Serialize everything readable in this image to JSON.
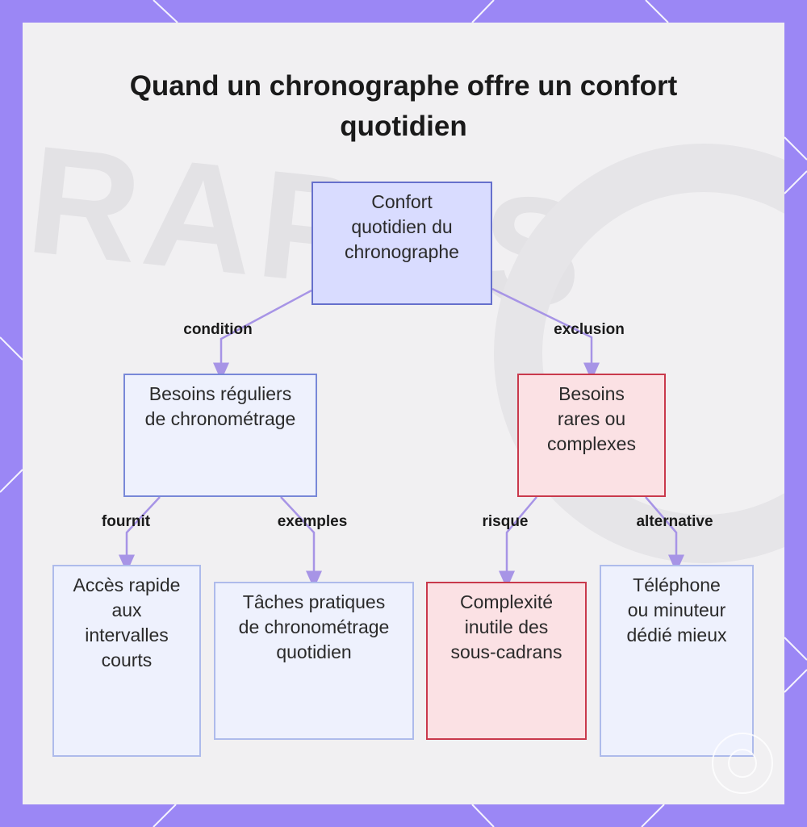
{
  "title": "Quand un chronographe offre un confort quotidien",
  "nodes": {
    "root": "Confort quotidien du chronographe",
    "regular": "Besoins réguliers de chronométrage",
    "rare": "Besoins rares ou complexes",
    "quick_access": "Accès rapide aux intervalles courts",
    "tasks": "Tâches pratiques de chronométrage quotidien",
    "complexity": "Complexité inutile des sous-cadrans",
    "phone": "Téléphone ou minuteur dédié mieux"
  },
  "edges": {
    "condition": "condition",
    "exclusion": "exclusion",
    "fournit": "fournit",
    "exemples": "exemples",
    "risque": "risque",
    "alternative": "alternative"
  },
  "colors": {
    "frame": "#9b87f5",
    "connector": "#a794e6",
    "root_fill": "#d9dcff",
    "red_border": "#c9394c"
  }
}
